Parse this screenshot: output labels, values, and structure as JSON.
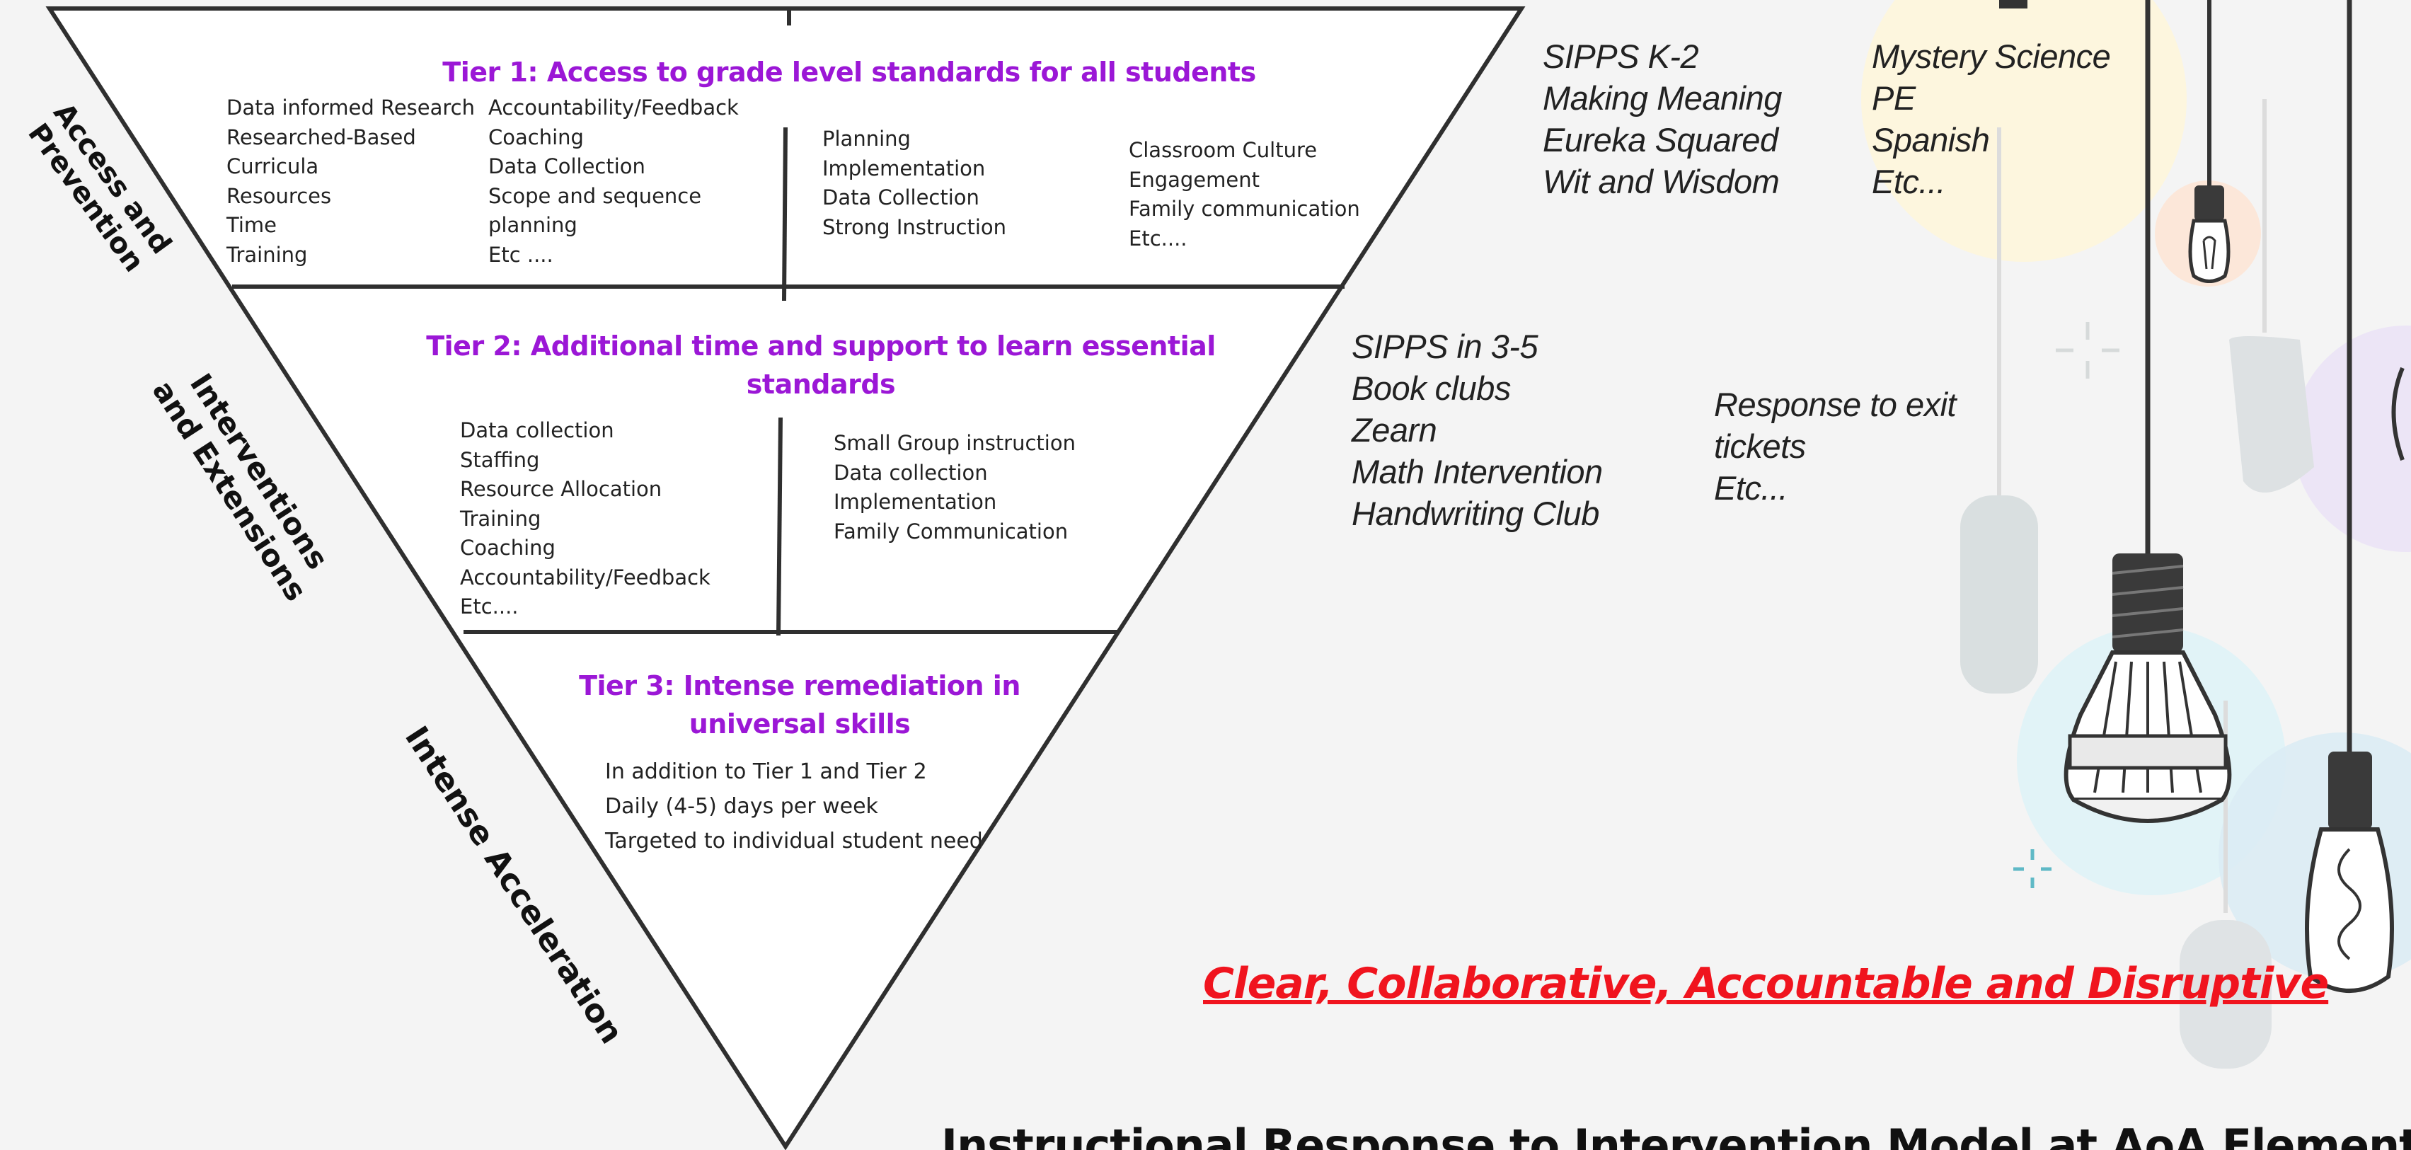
{
  "tier1": {
    "title": "Tier 1: Access to grade level standards for all students",
    "col1": [
      "Data informed Research",
      "Researched-Based",
      "Curricula",
      "Resources",
      "Time",
      "Training"
    ],
    "col2": [
      "Accountability/Feedback",
      "Coaching",
      "Data Collection",
      "Scope and sequence",
      "planning",
      "Etc ...."
    ],
    "col3": [
      "Planning",
      "Implementation",
      "Data Collection",
      "Strong Instruction"
    ],
    "col4": [
      "Classroom Culture",
      "Engagement",
      "Family communication",
      "Etc...."
    ]
  },
  "tier2": {
    "title_line1": "Tier 2: Additional time and support to learn essential",
    "title_line2": "standards",
    "col1": [
      "Data collection",
      "Staffing",
      "Resource Allocation",
      "Training",
      "Coaching",
      "Accountability/Feedback",
      "Etc...."
    ],
    "col2": [
      "Small Group instruction",
      "Data collection",
      "Implementation",
      "Family Communication"
    ]
  },
  "tier3": {
    "title_line1": "Tier 3: Intense remediation in",
    "title_line2": "universal skills",
    "items": [
      "In addition to Tier 1 and Tier 2",
      "Daily (4-5) days per week",
      "Targeted to individual student need"
    ]
  },
  "side_labels": {
    "access_line1": "Access and",
    "access_line2": "Prevention",
    "interventions_line1": "Interventions",
    "interventions_line2": "and Extensions",
    "acceleration": "Intense Acceleration"
  },
  "programs": {
    "tier1_left": [
      "SIPPS K-2",
      "Making Meaning",
      "Eureka Squared",
      "Wit and Wisdom"
    ],
    "tier1_right": [
      "Mystery Science",
      "PE",
      "Spanish",
      "Etc..."
    ],
    "tier2_left": [
      "SIPPS in 3-5",
      "Book clubs",
      "Zearn",
      "Math Intervention",
      "Handwriting Club"
    ],
    "tier2_right": [
      "Response to exit",
      "tickets",
      "Etc..."
    ]
  },
  "slogan": "Clear, Collaborative, Accountable and Disruptive",
  "footer_title": "Instructional Response to Intervention Model at AoA Elementary",
  "decorations": {
    "illustration": "hanging-light-bulbs-icon"
  },
  "colors": {
    "tier_title": "#9b17d6",
    "slogan": "#f0141e",
    "background": "#f4f4f4",
    "lines": "#2f2f2f"
  }
}
